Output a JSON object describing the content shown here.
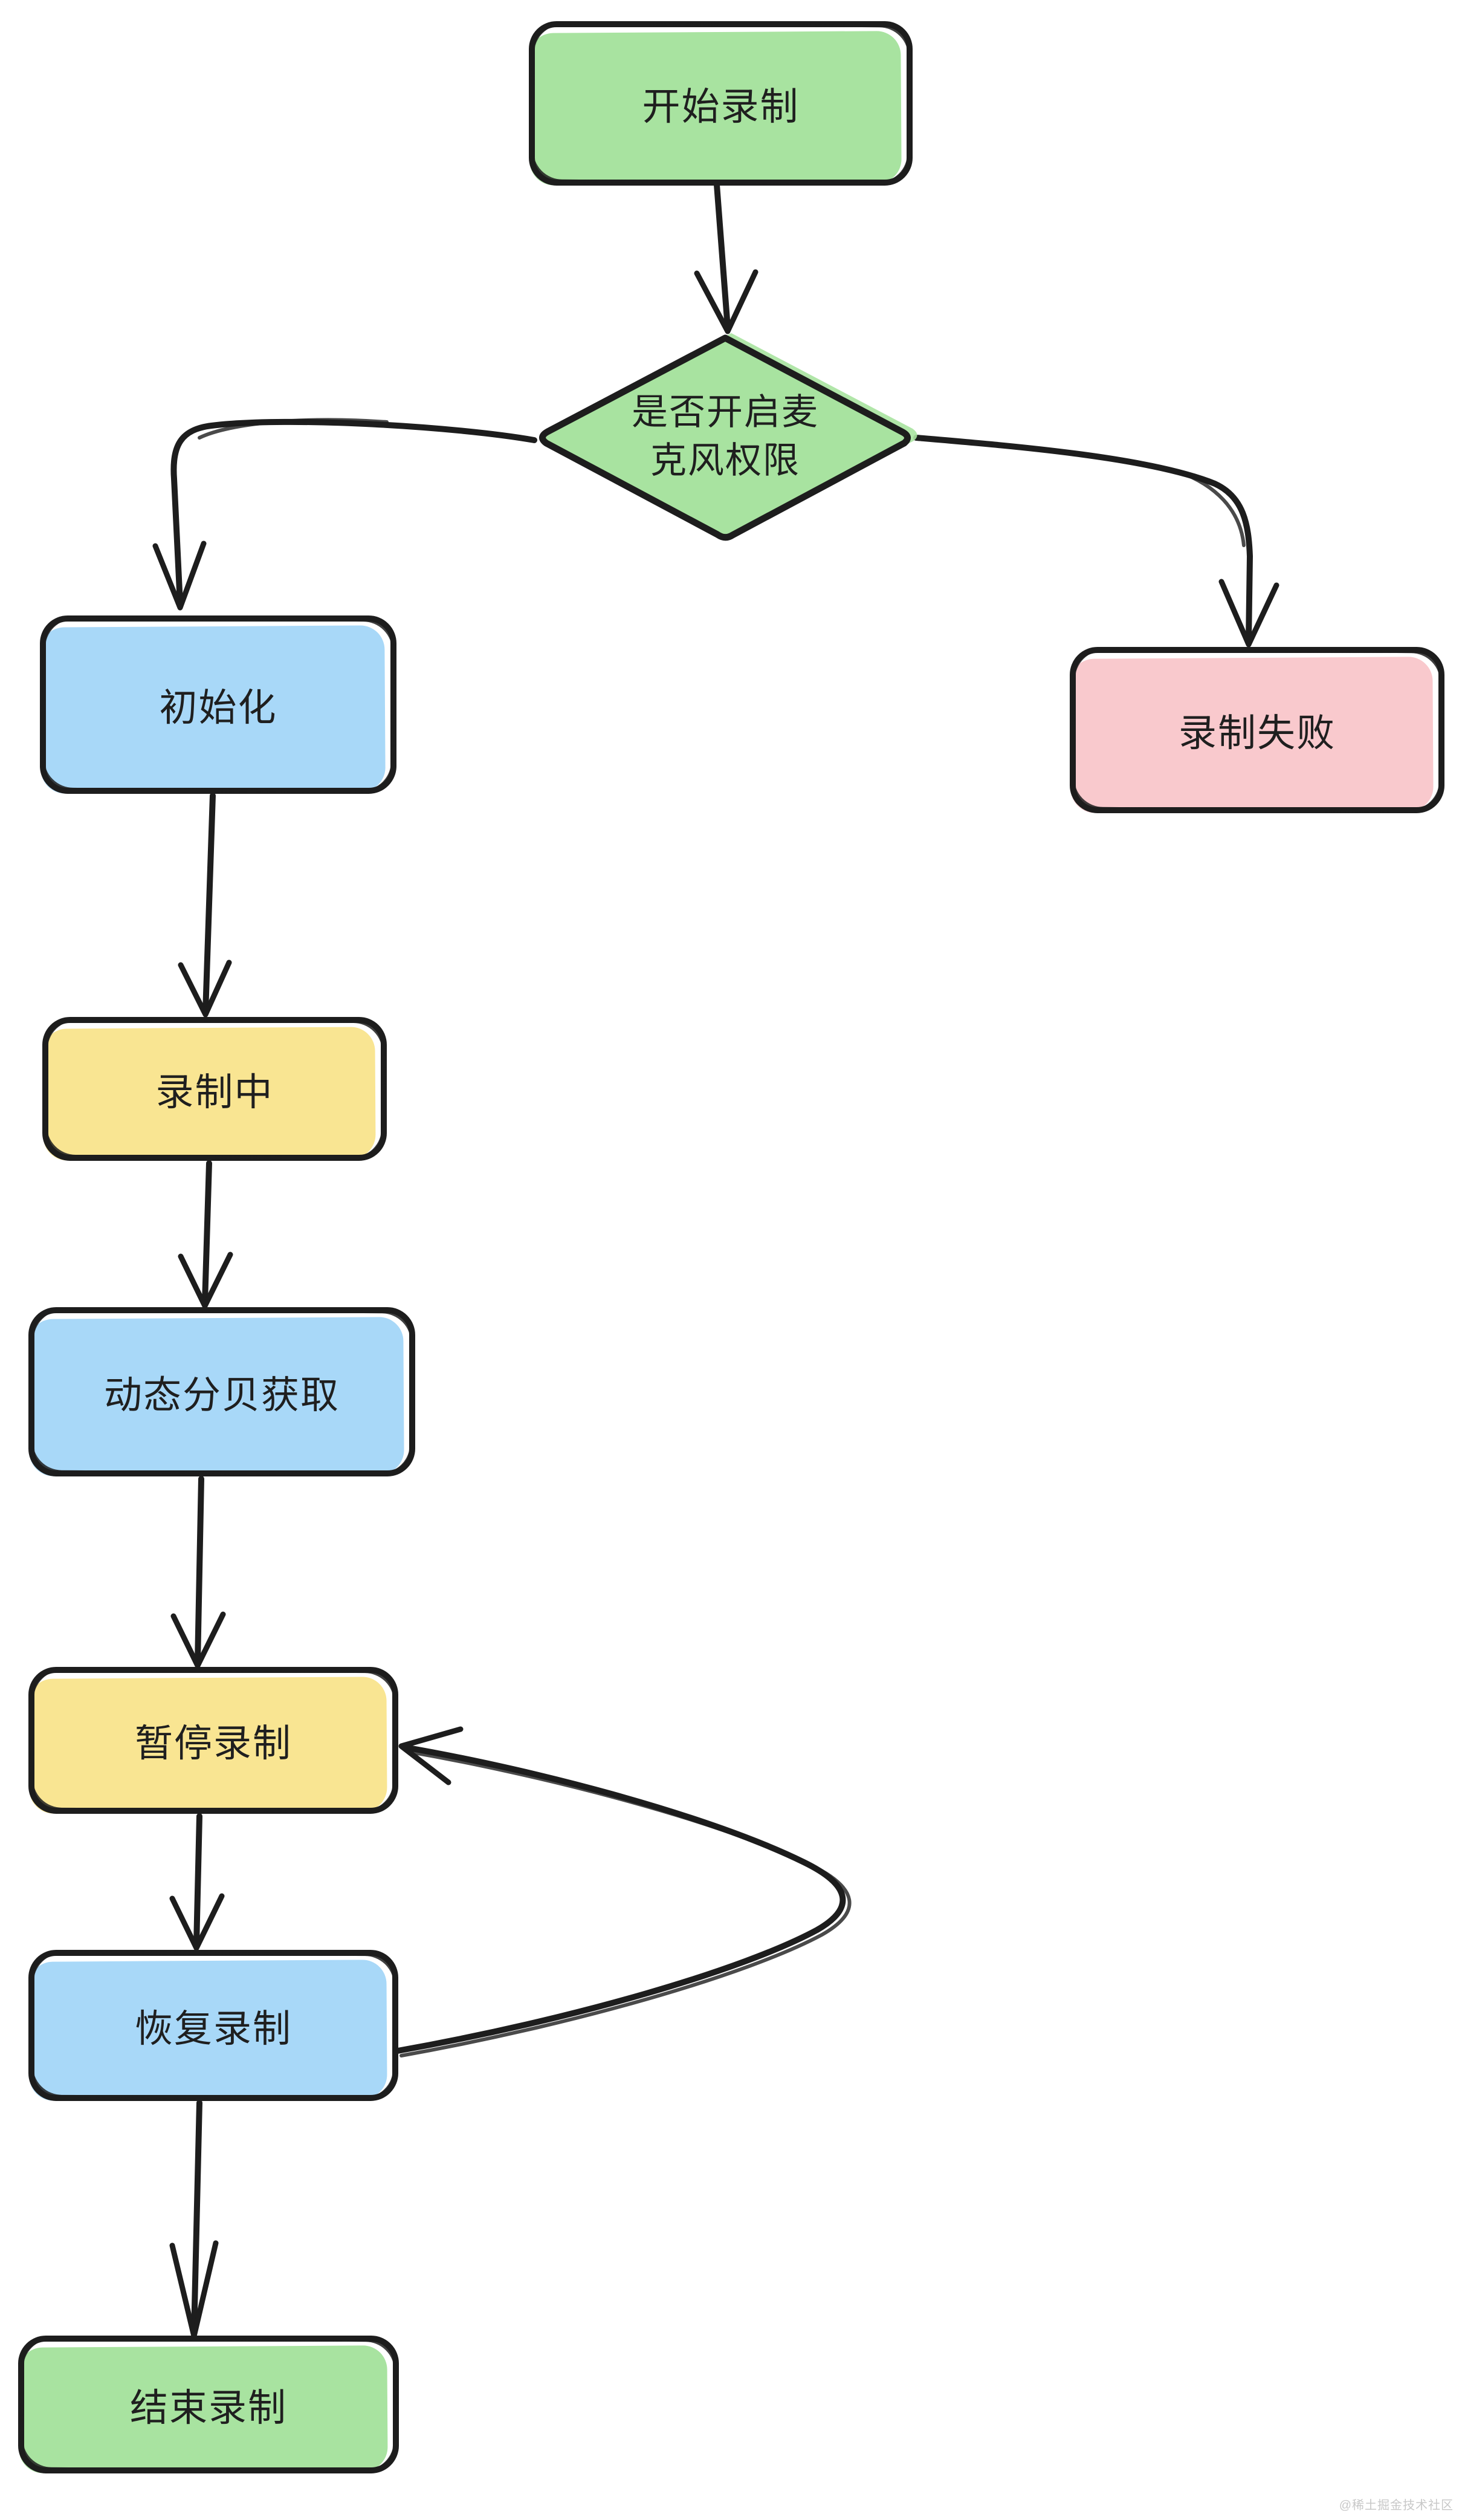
{
  "diagram": {
    "background": "#ffffff",
    "ink_color": "#1d1d1d",
    "text_color": "#1f1f1f",
    "watermark": {
      "label": "@稀土掘金技术社区",
      "color": "#c8c8c8"
    },
    "palette": {
      "green": "#a8e3a0",
      "blue": "#a8d8f8",
      "yellow": "#f9e592",
      "pink": "#f9c9cd"
    },
    "nodes": [
      {
        "id": "start",
        "shape": "rounded-rect",
        "type": "start",
        "label": "开始录制",
        "color": "green"
      },
      {
        "id": "mic-permission",
        "shape": "diamond",
        "type": "decision",
        "label": "是否开启麦克风权限",
        "lines": [
          "是否开启麦",
          "克风权限"
        ],
        "color": "green"
      },
      {
        "id": "init",
        "shape": "rounded-rect",
        "type": "process",
        "label": "初始化",
        "color": "blue"
      },
      {
        "id": "record-fail",
        "shape": "rounded-rect",
        "type": "end",
        "label": "录制失败",
        "color": "pink"
      },
      {
        "id": "recording",
        "shape": "rounded-rect",
        "type": "process",
        "label": "录制中",
        "color": "yellow"
      },
      {
        "id": "decibel-fetch",
        "shape": "rounded-rect",
        "type": "process",
        "label": "动态分贝获取",
        "color": "blue"
      },
      {
        "id": "pause",
        "shape": "rounded-rect",
        "type": "process",
        "label": "暂停录制",
        "color": "yellow"
      },
      {
        "id": "resume",
        "shape": "rounded-rect",
        "type": "process",
        "label": "恢复录制",
        "color": "blue"
      },
      {
        "id": "end",
        "shape": "rounded-rect",
        "type": "end",
        "label": "结束录制",
        "color": "green"
      }
    ],
    "edges": [
      {
        "from": "start",
        "to": "mic-permission"
      },
      {
        "from": "mic-permission",
        "to": "init"
      },
      {
        "from": "mic-permission",
        "to": "record-fail"
      },
      {
        "from": "init",
        "to": "recording"
      },
      {
        "from": "recording",
        "to": "decibel-fetch"
      },
      {
        "from": "decibel-fetch",
        "to": "pause"
      },
      {
        "from": "pause",
        "to": "resume"
      },
      {
        "from": "resume",
        "to": "pause"
      },
      {
        "from": "resume",
        "to": "end"
      }
    ]
  }
}
